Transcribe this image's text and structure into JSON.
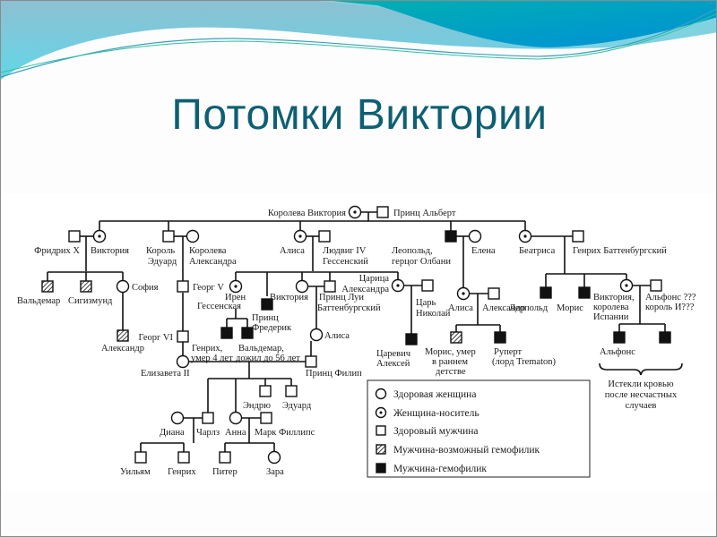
{
  "slide": {
    "title": "Потомки Виктории",
    "colors": {
      "title": "#0e5f73",
      "wave_dark": "#0098c8",
      "wave_teal": "#00aaaa",
      "wave_light": "#7fd3e0",
      "wave_left": "#85c4d6"
    }
  },
  "pedigree": {
    "people": {
      "queen_victoria": "Королева Виктория",
      "prince_albert": "Принц Альберт",
      "friedrich_x": "Фридрих X",
      "victoria": "Виктория",
      "king_edward": "Король Эдуард",
      "king_edward_l1": "Король",
      "king_edward_l2": "Эдуард",
      "queen_alexandra_l1": "Королева",
      "queen_alexandra_l2": "Александра",
      "alice": "Алиса",
      "ludwig_l1": "Людвиг IV",
      "ludwig_l2": "Гессенский",
      "leopold_l1": "Леопольд,",
      "leopold_l2": "герцог Олбани",
      "elena": "Елена",
      "beatrice": "Беатриса",
      "henry_battenberg": "Генрих Баттенбургский",
      "waldemar": "Вальдемар",
      "sigismund": "Сигизмунд",
      "sofia": "София",
      "alexander_gr": "Александр",
      "george_v": "Георг V",
      "george_vi": "Георг VI",
      "irene_l1": "Ирен",
      "irene_l2": "Гессенская",
      "henry_l1": "Генрих,",
      "henry_l2": "умер 4 лет",
      "waldemar2_l1": "Вальдемар,",
      "waldemar2_l2": "дожил до 56 лет",
      "victoria_hesse": "Виктория",
      "frederick_l1": "Принц",
      "frederick_l2": "Фредерик",
      "louis_l1": "Принц Луи",
      "louis_l2": "Баттенбургский",
      "alice_b": "Алиса",
      "tsarina_l1": "Царица",
      "tsarina_l2": "Александра",
      "tsar_l1": "Царь",
      "tsar_l2": "Николай",
      "tsarevich_l1": "Царевич",
      "tsarevich_l2": "Алексей",
      "alice_a": "Алиса",
      "alexander_a": "Александр",
      "maurice_l1": "Морис, умер",
      "maurice_l2": "в раннем",
      "maurice_l3": "детстве",
      "rupert_l1": "Руперт",
      "rupert_l2": "(лорд Trematon)",
      "leopold_b": "Леопольд",
      "maurice_b": "Морис",
      "victoria_spain_l1": "Виктория,",
      "victoria_spain_l2": "королева",
      "victoria_spain_l3": "Испании",
      "alfonso_l1": "Альфонс ???",
      "alfonso_l2": "король И???",
      "alfonso_son": "Альфонс",
      "bled_l1": "Истекли кровью",
      "bled_l2": "после несчастных",
      "bled_l3": "случаев",
      "elizabeth_ii": "Елизавета II",
      "prince_philip": "Принц Филип",
      "andrew": "Эндрю",
      "edward": "Эдуард",
      "diana": "Диана",
      "charles": "Чарлз",
      "anne": "Анна",
      "mark_phillips": "Марк Филлипс",
      "william": "Уильям",
      "harry": "Генрих",
      "peter": "Питер",
      "zara": "Зара"
    },
    "legend": [
      {
        "symbol": "healthy-female-icon",
        "label": "Здоровая женщина"
      },
      {
        "symbol": "carrier-female-icon",
        "label": "Женщина-носитель"
      },
      {
        "symbol": "healthy-male-icon",
        "label": "Здоровый мужчина"
      },
      {
        "symbol": "possible-hemophiliac-male-icon",
        "label": "Мужчина-возможный гемофилик"
      },
      {
        "symbol": "hemophiliac-male-icon",
        "label": "Мужчина-гемофилик"
      }
    ]
  }
}
